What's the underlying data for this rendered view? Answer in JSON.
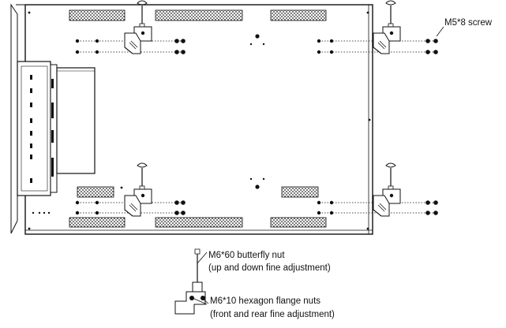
{
  "labels": {
    "screw": "M5*8 screw",
    "butterfly_nut": "M6*60 butterfly nut",
    "butterfly_nut_note": "(up and down fine adjustment)",
    "flange_nuts": "M6*10 hexagon flange nuts",
    "flange_nuts_note": "(front and rear fine adjustment)"
  },
  "colors": {
    "line": "#111111",
    "background": "#ffffff"
  }
}
